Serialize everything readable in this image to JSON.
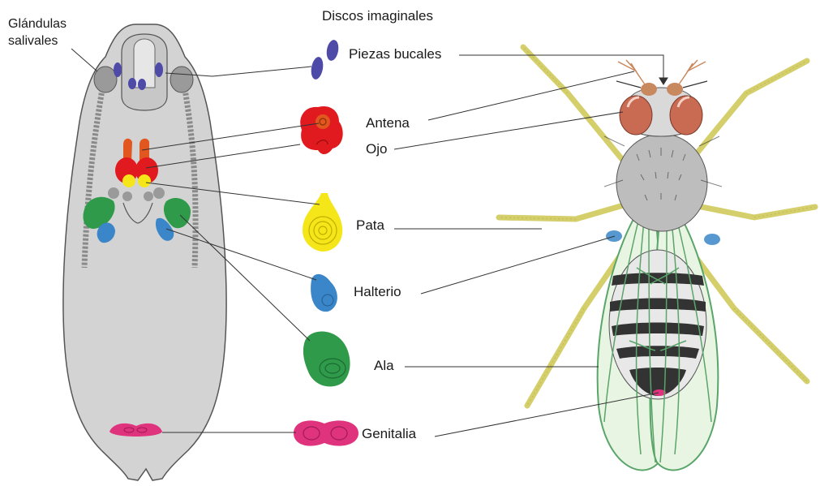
{
  "title": "Discos imaginales",
  "labels": {
    "glandulas": "Glándulas\nsalivales",
    "piezas_bucales": "Piezas bucales",
    "antena": "Antena",
    "ojo": "Ojo",
    "pata": "Pata",
    "halterio": "Halterio",
    "ala": "Ala",
    "genitalia": "Genitalia"
  },
  "colors": {
    "larva_body": "#d3d3d3",
    "larva_outline": "#5a5a5a",
    "piezas_bucales": "#4e4aa8",
    "antena": "#e2571f",
    "ojo": "#e01a1f",
    "pata": "#f5e61a",
    "halterio": "#3a86c8",
    "ala": "#2f9b4a",
    "genitalia": "#e0337e",
    "fly_leg": "#d4cf6a",
    "fly_eye": "#c96a52",
    "fly_wing": "#e8f5e2",
    "fly_wing_vein": "#5aa56a",
    "fly_thorax": "#bdbdbd"
  }
}
